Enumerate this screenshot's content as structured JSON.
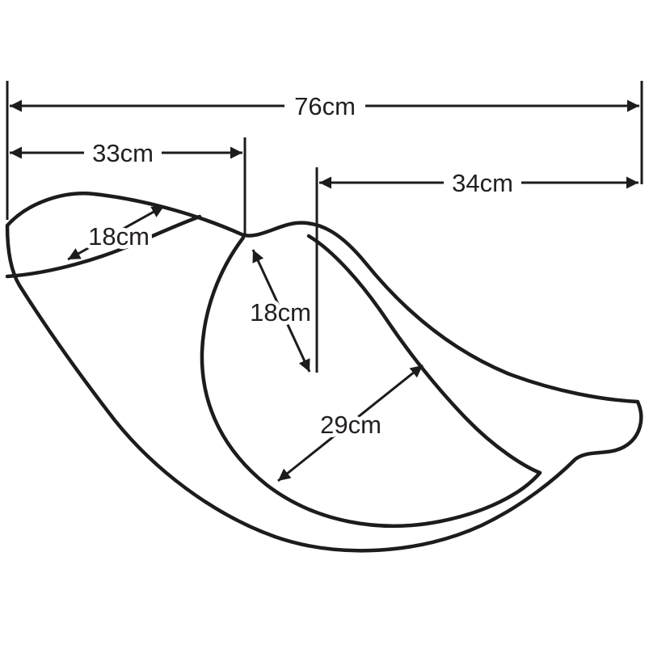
{
  "diagram": {
    "type": "technical-dimension-drawing",
    "subject": "motorcycle seat side profile with measurements",
    "background_color": "#ffffff",
    "line_color": "#1c1c1c",
    "text_color": "#231f20",
    "labels": {
      "total_length": "76cm",
      "front_section_length": "33cm",
      "rear_section_length": "34cm",
      "front_pad_depth": "18cm",
      "mid_drop": "18cm",
      "seat_pan_width": "29cm"
    }
  }
}
